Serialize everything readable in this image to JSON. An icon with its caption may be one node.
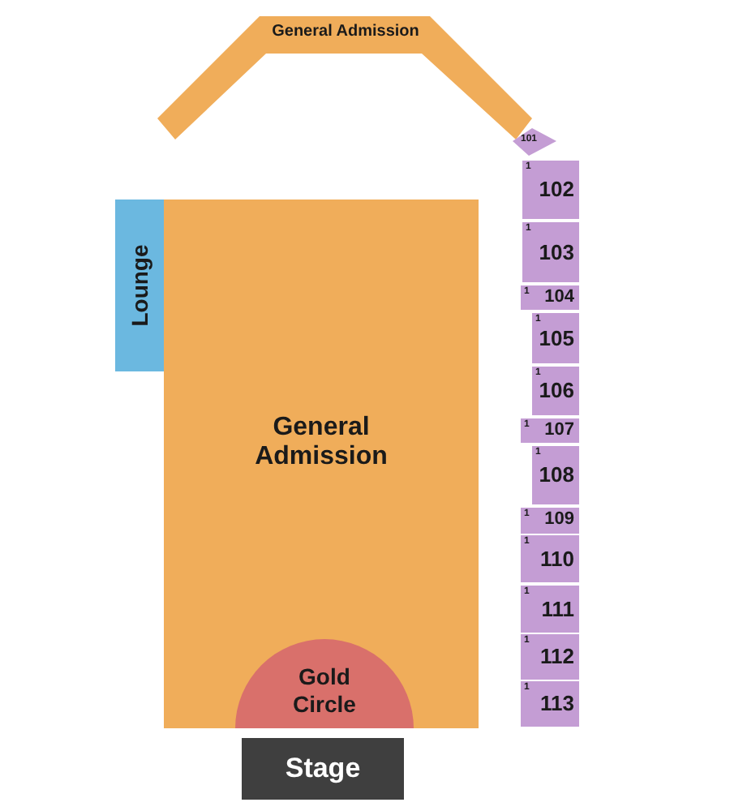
{
  "diagram": {
    "nodes": [
      {
        "text": [
          "General Admission"
        ]
      },
      {
        "text": [
          "Lounge"
        ]
      },
      {
        "text": [
          "General Admission"
        ]
      },
      {
        "text": [
          "Gold Circle"
        ],
        "in": 2
      },
      {
        "text": [
          "Stage"
        ]
      },
      {
        "text": [
          "101"
        ]
      },
      {
        "text": [
          "1",
          "102"
        ]
      },
      {
        "text": [
          "1",
          "103"
        ]
      },
      {
        "text": [
          "1",
          "104"
        ]
      },
      {
        "text": [
          "1",
          "105"
        ]
      },
      {
        "text": [
          "1",
          "106"
        ]
      },
      {
        "text": [
          "1",
          "107"
        ]
      },
      {
        "text": [
          "1",
          "108"
        ]
      },
      {
        "text": [
          "1",
          "109"
        ]
      },
      {
        "text": [
          "1",
          "110"
        ]
      },
      {
        "text": [
          "1",
          "111"
        ]
      },
      {
        "text": [
          "1",
          "112"
        ]
      },
      {
        "text": [
          "1",
          "113"
        ]
      }
    ]
  }
}
